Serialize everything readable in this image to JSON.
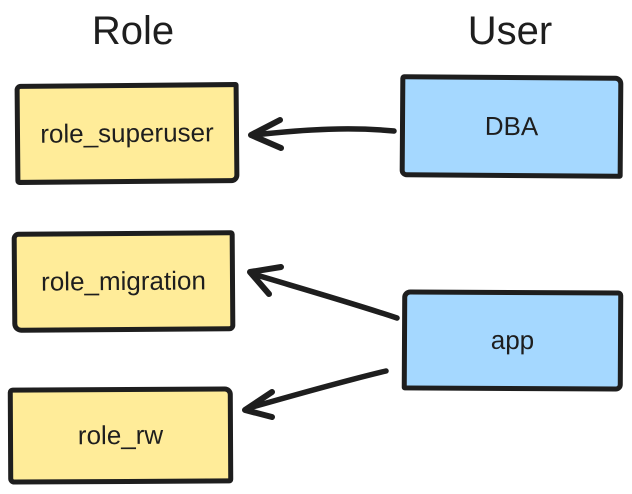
{
  "headers": {
    "role": "Role",
    "user": "User"
  },
  "nodes": {
    "role_superuser": {
      "label": "role_superuser",
      "type": "role"
    },
    "role_migration": {
      "label": "role_migration",
      "type": "role"
    },
    "role_rw": {
      "label": "role_rw",
      "type": "role"
    },
    "dba": {
      "label": "DBA",
      "type": "user"
    },
    "app": {
      "label": "app",
      "type": "user"
    }
  },
  "edges": [
    {
      "from": "DBA",
      "to": "role_superuser"
    },
    {
      "from": "app",
      "to": "role_migration"
    },
    {
      "from": "app",
      "to": "role_rw"
    }
  ],
  "colors": {
    "role_fill": "#ffec99",
    "user_fill": "#a5d8ff",
    "stroke": "#1e1e1e",
    "background": "#ffffff"
  }
}
